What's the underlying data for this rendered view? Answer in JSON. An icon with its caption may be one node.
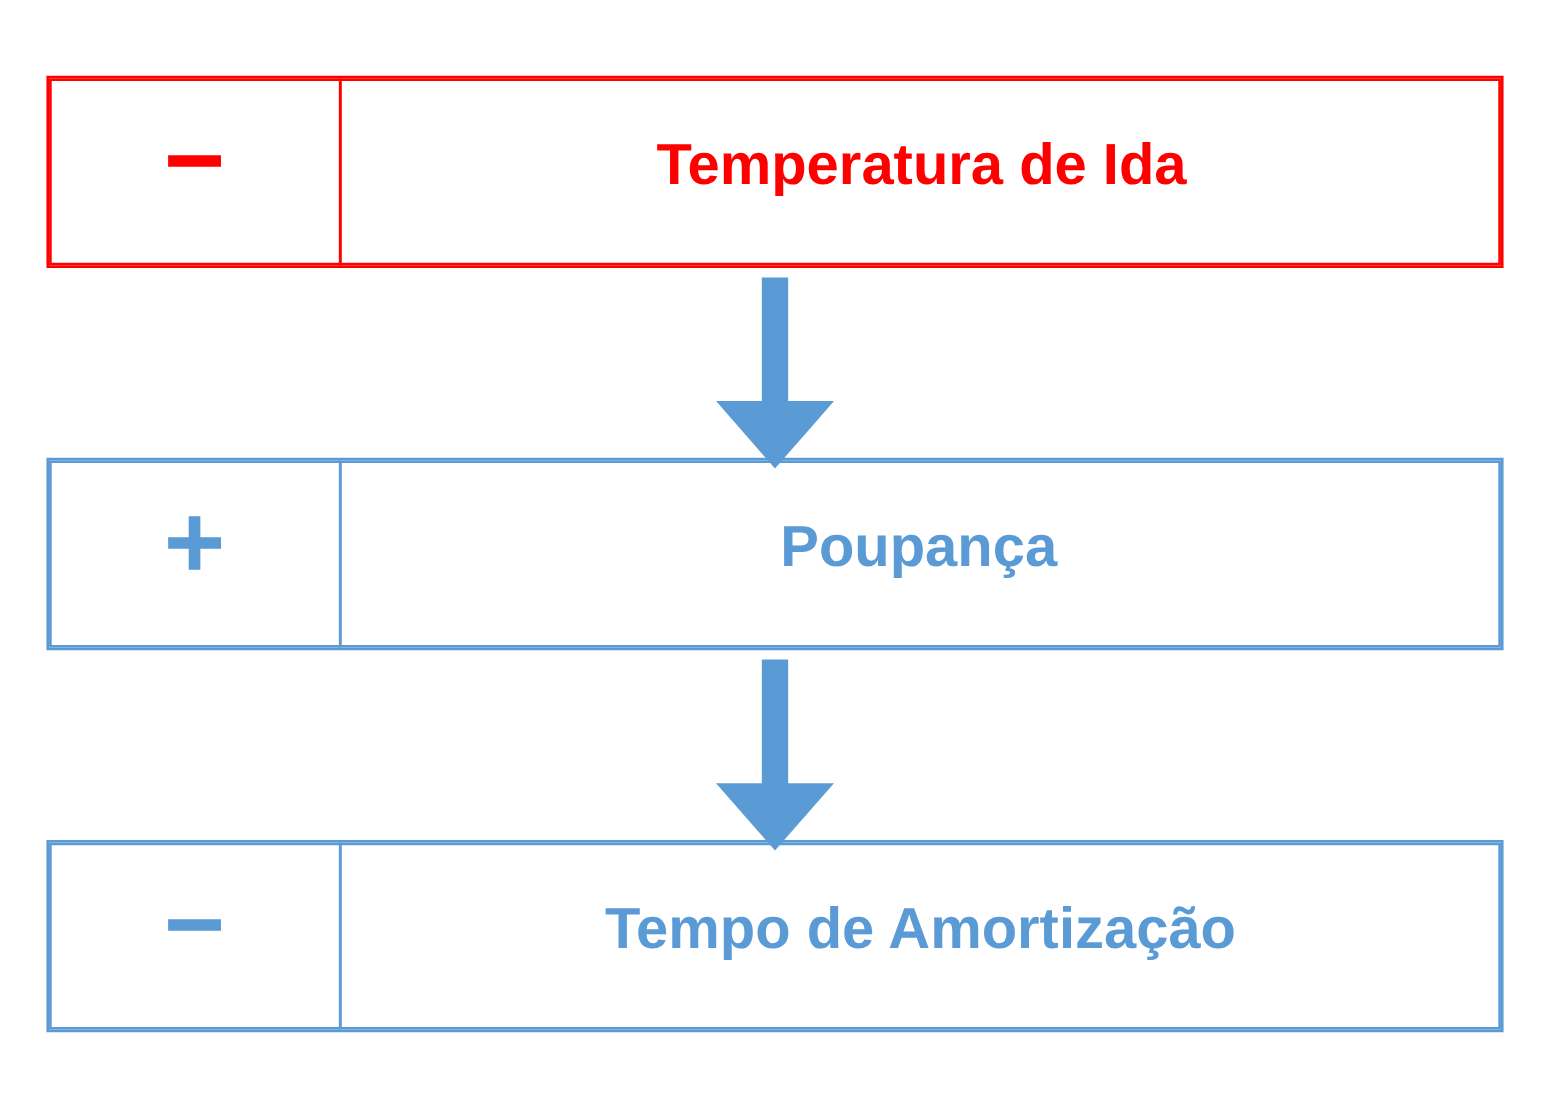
{
  "diagram": {
    "nodes": [
      {
        "text": [
          "−",
          "Temperatura de Ida"
        ]
      },
      {
        "text": [
          "+",
          "Poupança"
        ]
      },
      {
        "text": [
          "−",
          "Tempo de Amortização"
        ]
      }
    ],
    "edges": [
      {
        "from": 0,
        "to": 1,
        "arrow": "to"
      },
      {
        "from": 1,
        "to": 2,
        "arrow": "to"
      }
    ]
  }
}
